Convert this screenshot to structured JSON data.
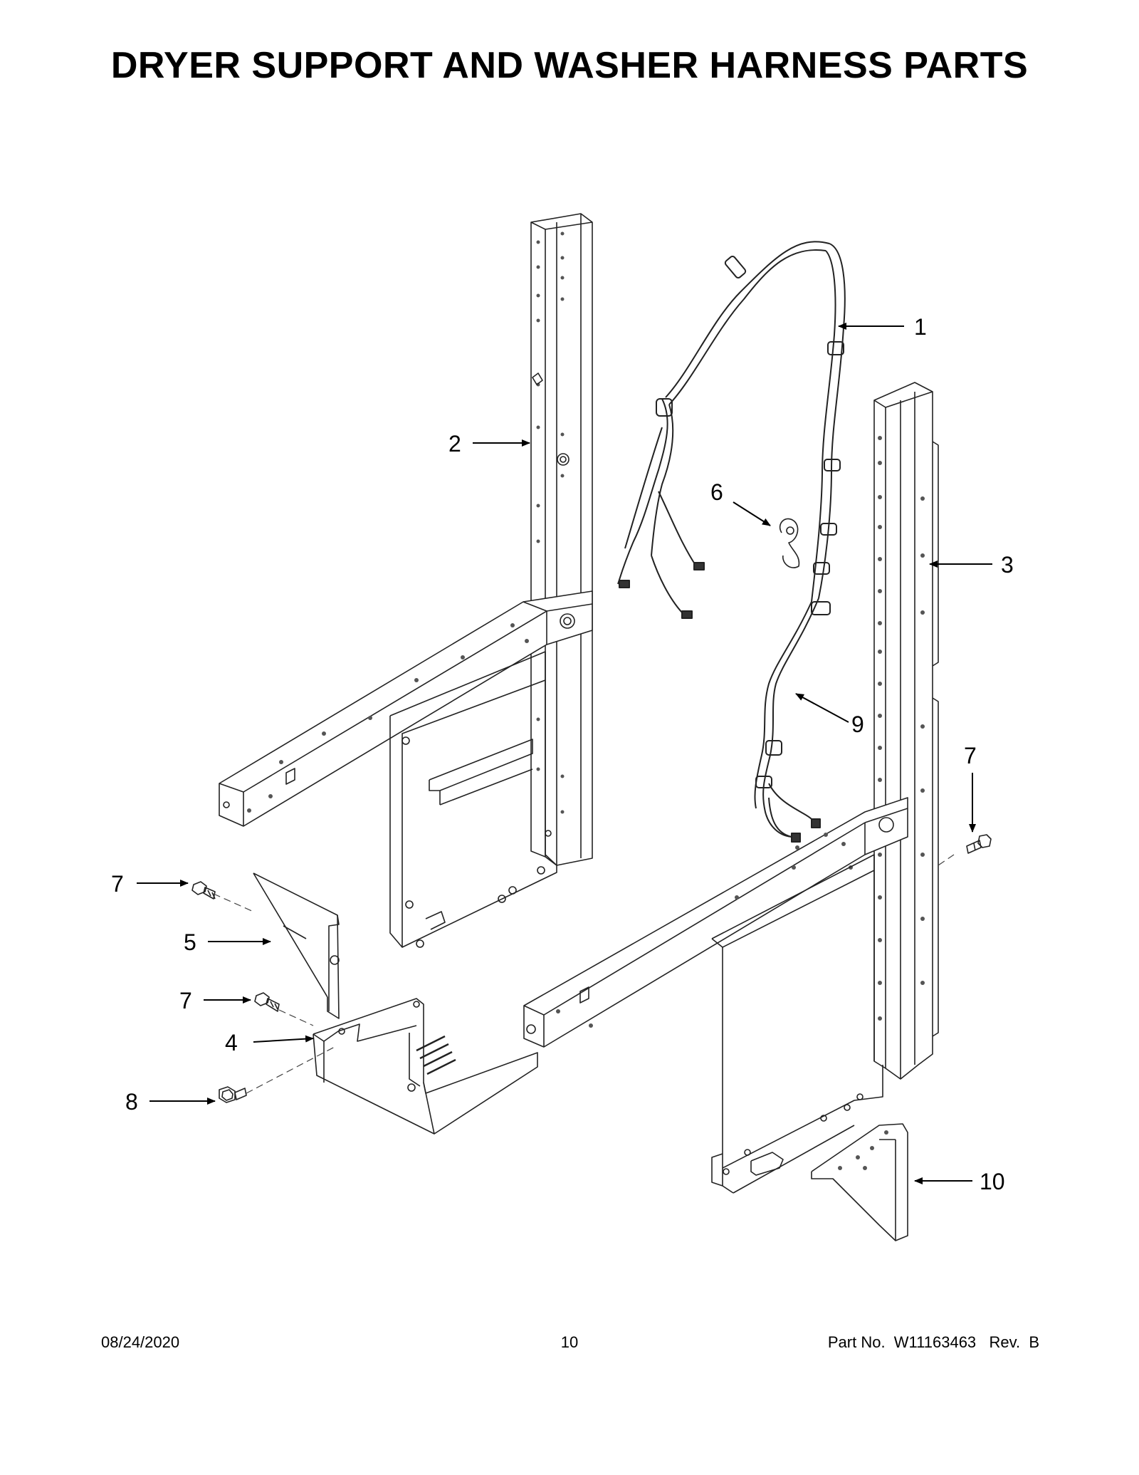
{
  "title": "DRYER SUPPORT AND WASHER HARNESS PARTS",
  "callouts": [
    {
      "id": "c1",
      "label": "1"
    },
    {
      "id": "c2",
      "label": "2"
    },
    {
      "id": "c3",
      "label": "3"
    },
    {
      "id": "c4",
      "label": "4"
    },
    {
      "id": "c5",
      "label": "5"
    },
    {
      "id": "c6",
      "label": "6"
    },
    {
      "id": "c7a",
      "label": "7"
    },
    {
      "id": "c7b",
      "label": "7"
    },
    {
      "id": "c7c",
      "label": "7"
    },
    {
      "id": "c8",
      "label": "8"
    },
    {
      "id": "c9",
      "label": "9"
    },
    {
      "id": "c10",
      "label": "10"
    }
  ],
  "footer": {
    "date": "08/24/2020",
    "page": "10",
    "part": "Part No.  W11163463   Rev.  B"
  }
}
